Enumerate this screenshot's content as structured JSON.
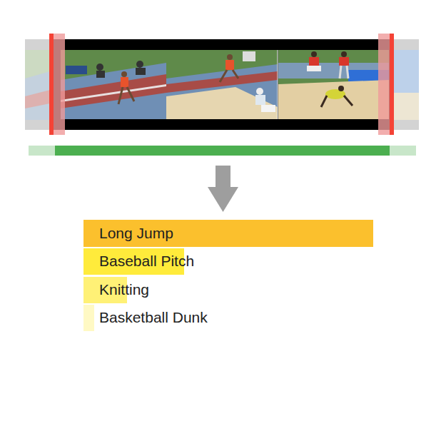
{
  "diagram": {
    "labels": [
      "Long Jump",
      "Baseball Pitch",
      "Knitting",
      "Basketball Dunk"
    ]
  }
}
